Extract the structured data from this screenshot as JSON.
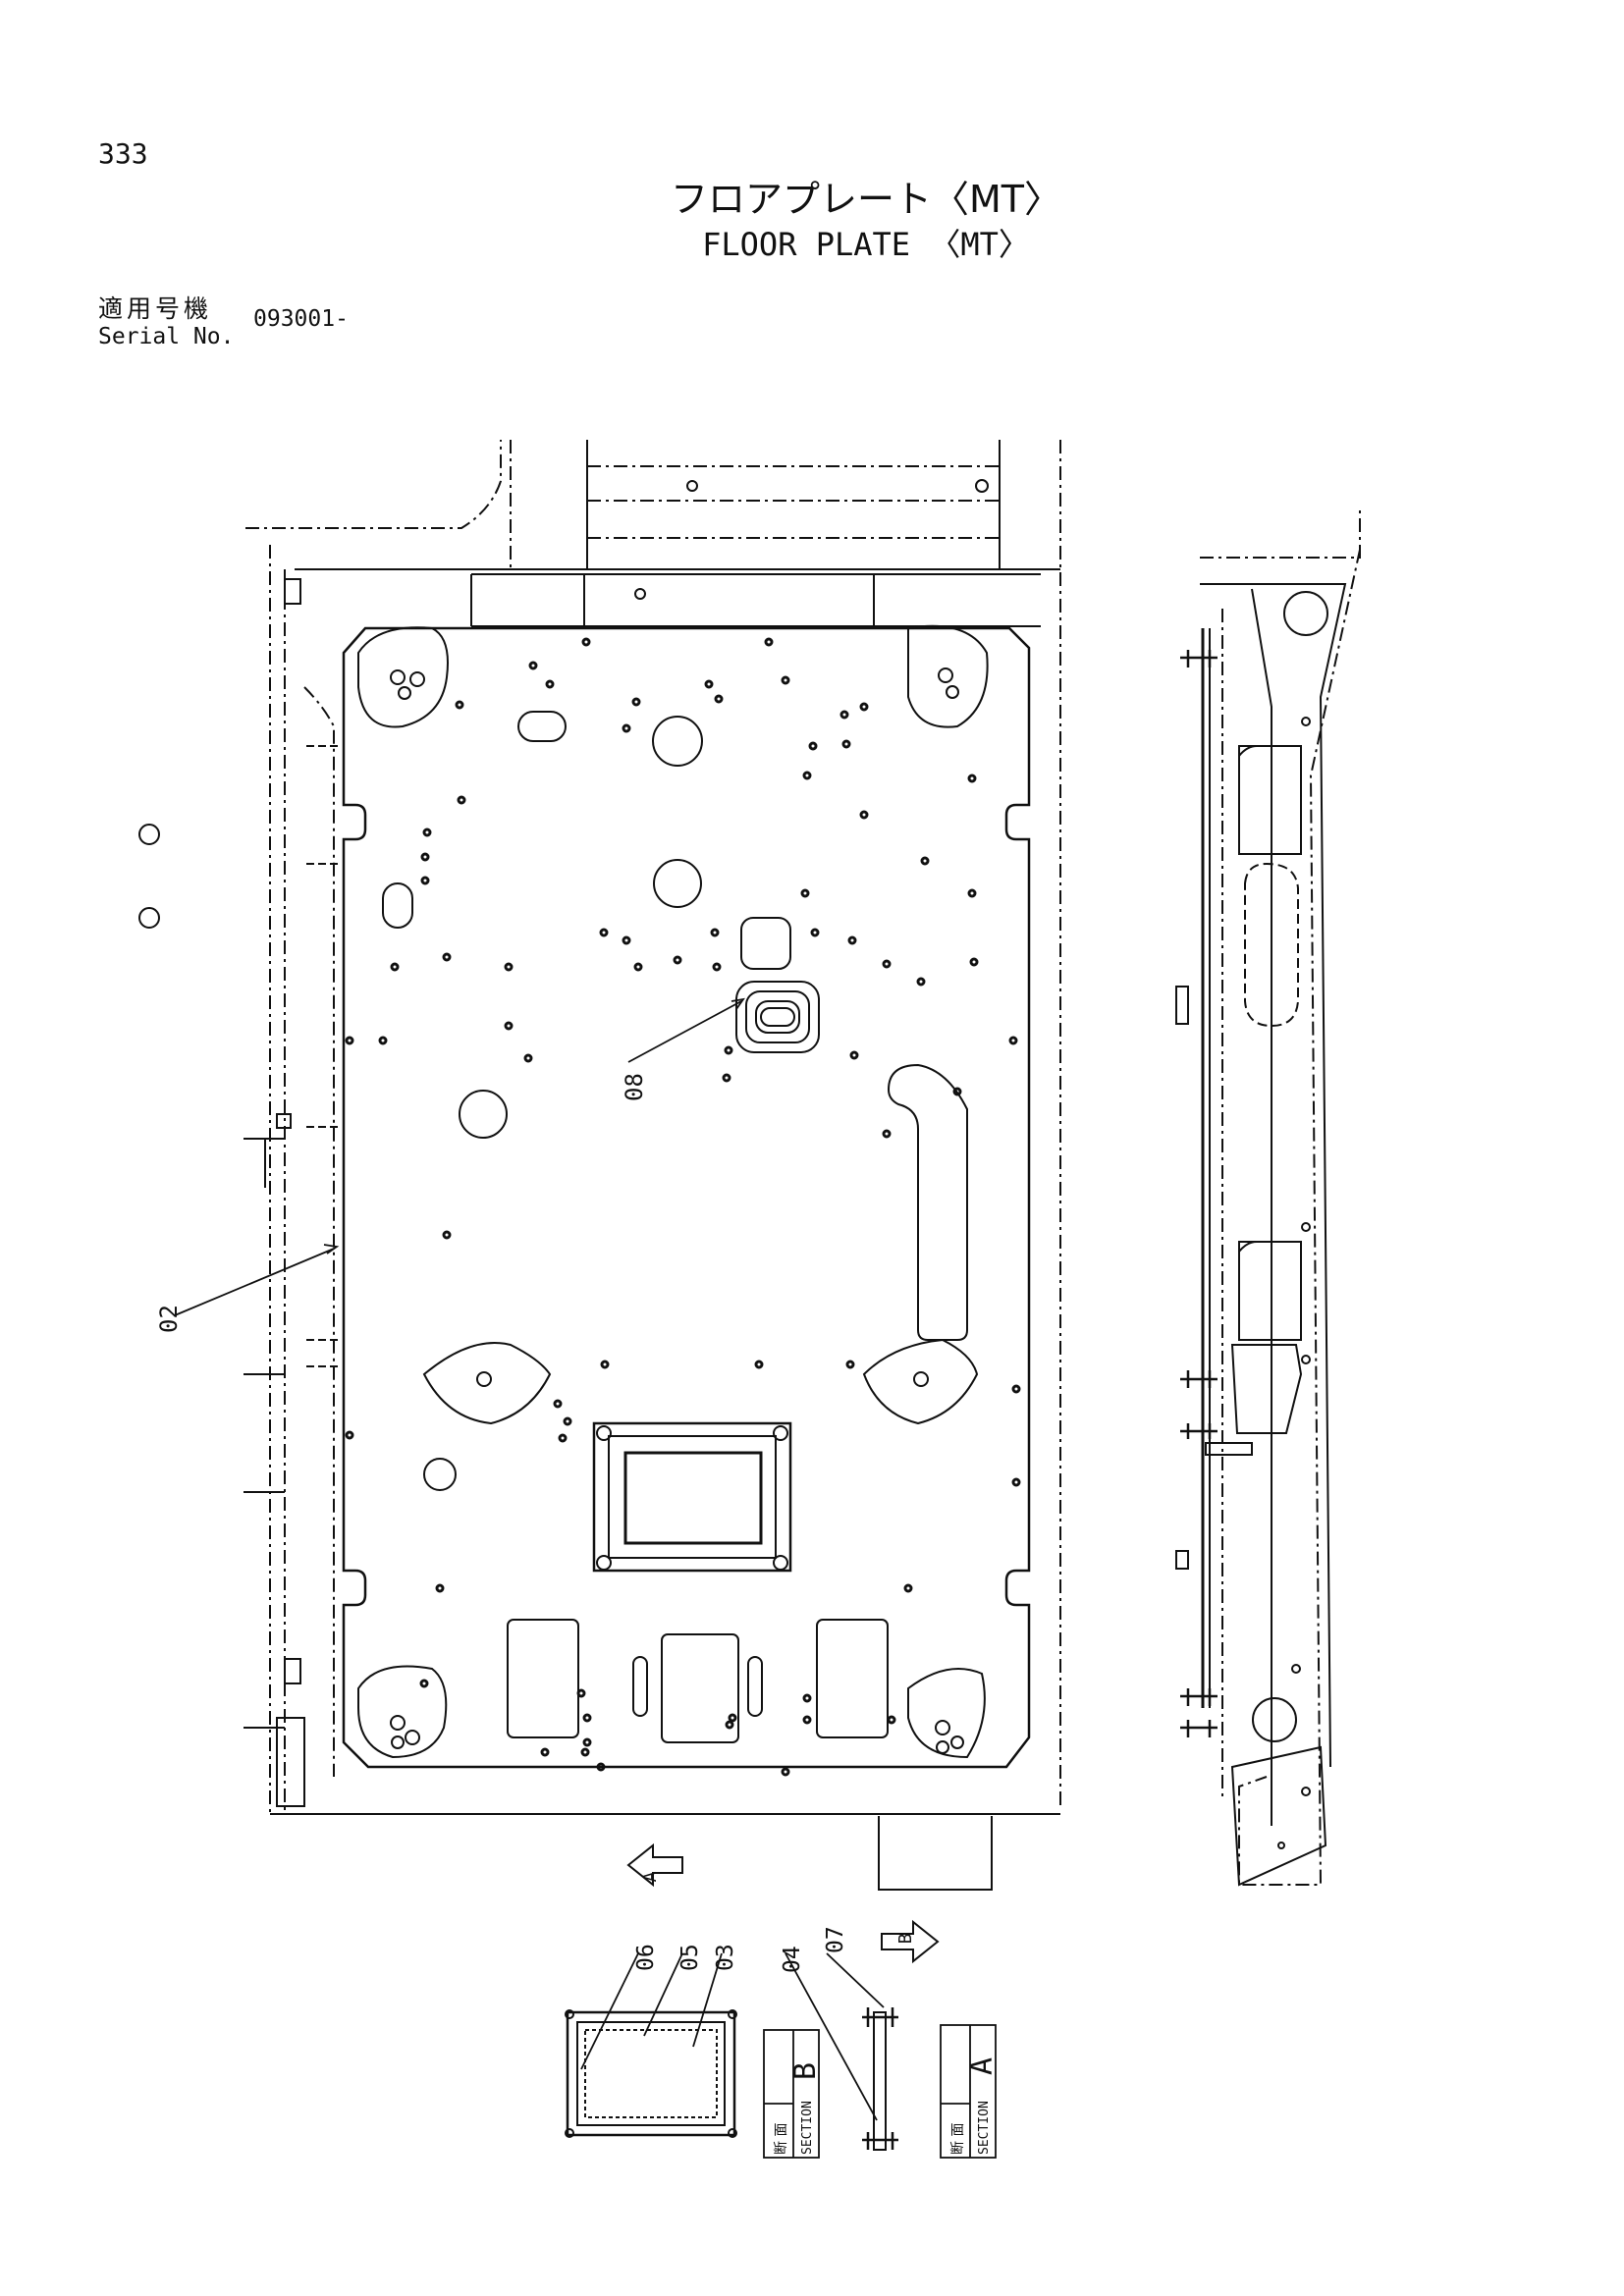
{
  "header": {
    "page_number": "333",
    "title_ja": "フロアプレート〈MT〉",
    "title_en": "FLOOR PLATE 〈MT〉",
    "serial_label_ja": "適用号機",
    "serial_label_en": "Serial No.",
    "serial_value": "093001-"
  },
  "callouts": {
    "c02": "02",
    "c08": "08",
    "c06": "06",
    "c05": "05",
    "c03": "03",
    "c04": "04",
    "c07": "07"
  },
  "views": {
    "arrow_a": "A",
    "arrow_b": "B",
    "section_kanji": "断 面",
    "section_word": "SECTION",
    "section_b_letter": "B",
    "section_a_letter": "A"
  }
}
